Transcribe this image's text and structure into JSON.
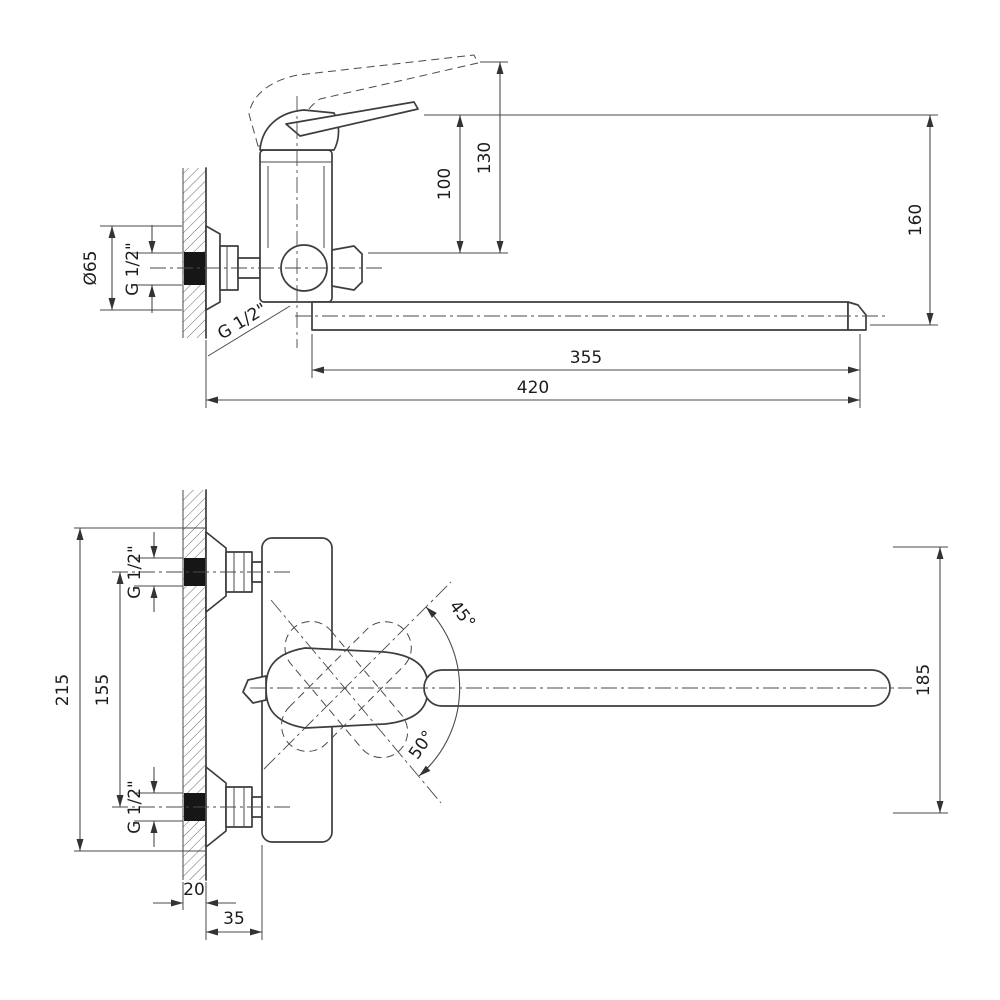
{
  "side_view": {
    "dim_100": "100",
    "dim_130": "130",
    "dim_160": "160",
    "dim_355": "355",
    "dim_420": "420",
    "dim_diameter": "Ø65",
    "thread_wall": "G 1/2\"",
    "thread_outlet": "G 1/2\""
  },
  "plan_view": {
    "dim_215": "215",
    "dim_155": "155",
    "dim_185": "185",
    "dim_20": "20",
    "dim_35": "35",
    "angle_up": "45°",
    "angle_down": "50°",
    "thread_top": "G 1/2\"",
    "thread_bottom": "G 1/2\""
  }
}
